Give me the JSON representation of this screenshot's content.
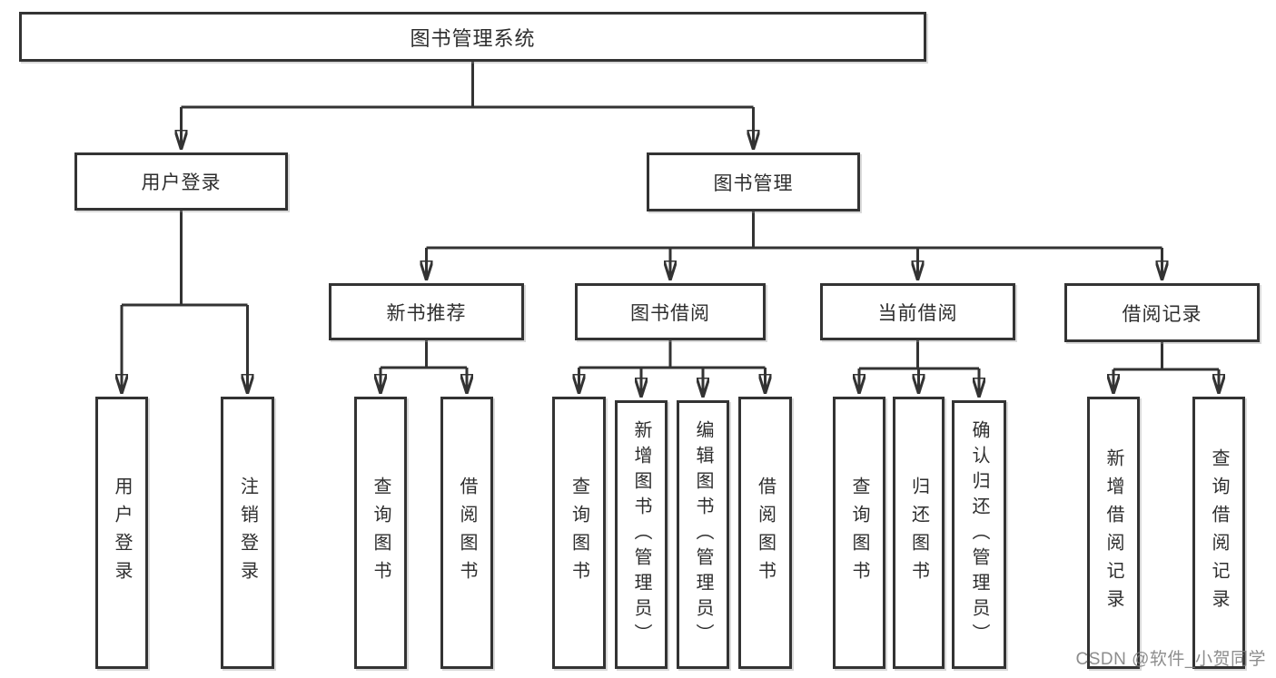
{
  "diagram": {
    "root": {
      "label": "图书管理系统"
    },
    "branches": [
      {
        "label": "用户登录",
        "children": [
          {
            "label": "用户登录"
          },
          {
            "label": "注销登录"
          }
        ]
      },
      {
        "label": "图书管理",
        "groups": [
          {
            "label": "新书推荐",
            "children": [
              {
                "label": "查询图书"
              },
              {
                "label": "借阅图书"
              }
            ]
          },
          {
            "label": "图书借阅",
            "children": [
              {
                "label": "查询图书"
              },
              {
                "label": "新增图书（管理员）"
              },
              {
                "label": "编辑图书（管理员）"
              },
              {
                "label": "借阅图书"
              }
            ]
          },
          {
            "label": "当前借阅",
            "children": [
              {
                "label": "查询图书"
              },
              {
                "label": "归还图书"
              },
              {
                "label": "确认归还（管理员）"
              }
            ]
          },
          {
            "label": "借阅记录",
            "children": [
              {
                "label": "新增借阅记录"
              },
              {
                "label": "查询借阅记录"
              }
            ]
          }
        ]
      }
    ]
  },
  "watermark": {
    "text": "CSDN @软件_小贺同学"
  }
}
